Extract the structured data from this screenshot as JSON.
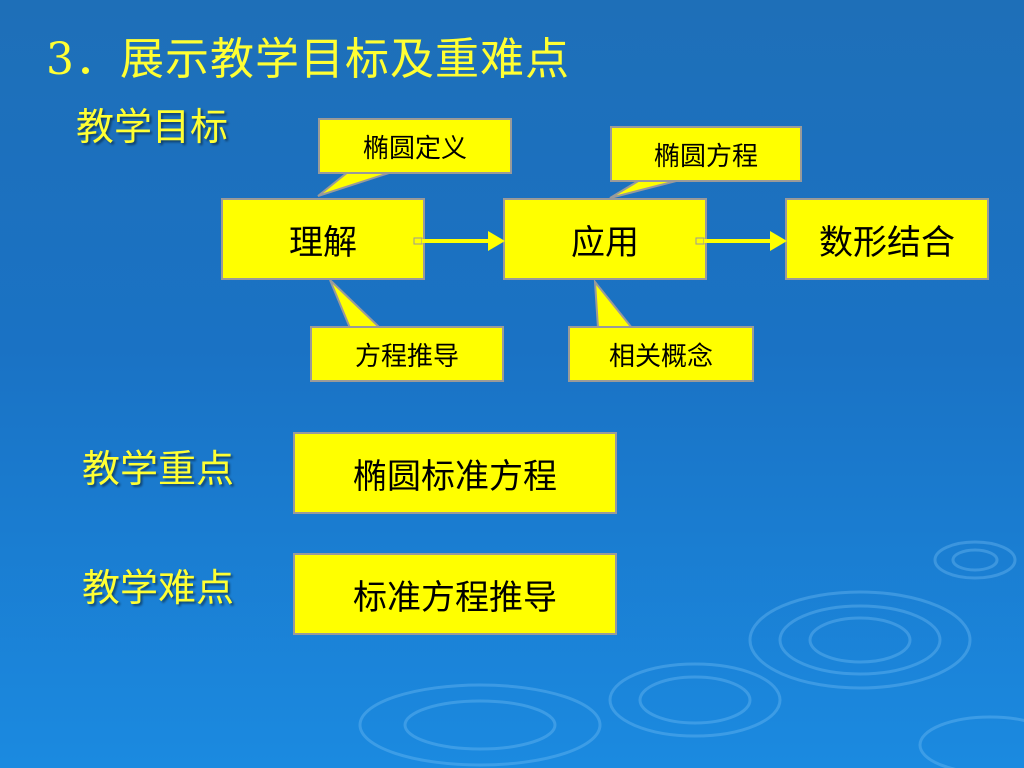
{
  "title": "3．展示教学目标及重难点",
  "sections": {
    "goals": "教学目标",
    "key": "教学重点",
    "difficulty": "教学难点"
  },
  "flow": {
    "step1": "理解",
    "step2": "应用",
    "step3": "数形结合"
  },
  "callouts": {
    "ellipse_definition": "椭圆定义",
    "equation_derivation": "方程推导",
    "ellipse_equation": "椭圆方程",
    "related_concepts": "相关概念"
  },
  "key_point": "椭圆标准方程",
  "difficult_point": "标准方程推导",
  "colors": {
    "background": "#1a72c4",
    "box_fill": "#ffff00",
    "label_text": "#ffff33"
  }
}
